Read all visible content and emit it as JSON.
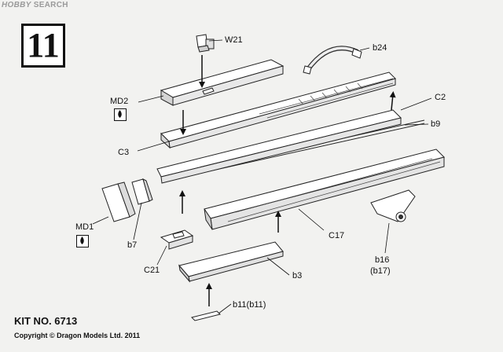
{
  "watermark": {
    "logo": "HOBBY",
    "text": "SEARCH"
  },
  "step": {
    "number": "11"
  },
  "labels": {
    "w21": "W21",
    "b24": "b24",
    "md2": "MD2",
    "c2": "C2",
    "b9": "b9",
    "c3": "C3",
    "md1": "MD1",
    "b7": "b7",
    "c17": "C17",
    "c21": "C21",
    "b3": "b3",
    "b16": "b16",
    "b17": "(b17)",
    "b11": "b11(b11)"
  },
  "footer": {
    "kit_no": "KIT NO. 6713",
    "copyright": "Copyright © Dragon Models Ltd. 2011"
  }
}
